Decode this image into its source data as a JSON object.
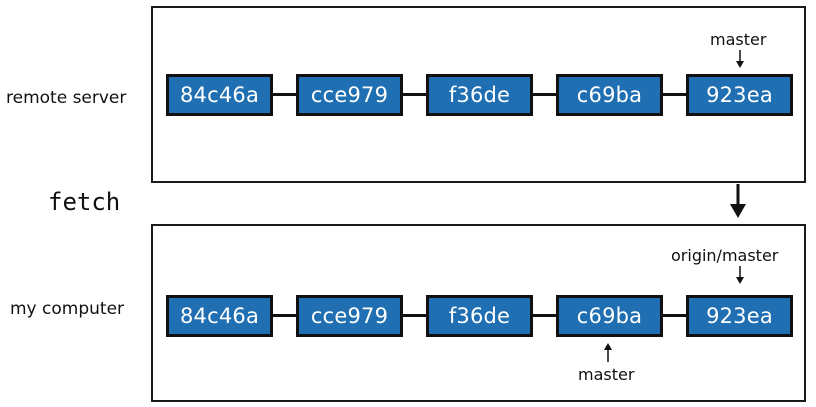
{
  "remote": {
    "label": "remote server",
    "commits": [
      "84c46a",
      "cce979",
      "f36de",
      "c69ba",
      "923ea"
    ],
    "ref_label": "master"
  },
  "operation": "fetch",
  "local": {
    "label": "my computer",
    "commits": [
      "84c46a",
      "cce979",
      "f36de",
      "c69ba",
      "923ea"
    ],
    "origin_ref_label": "origin/master",
    "local_ref_label": "master"
  },
  "colors": {
    "commit_fill": "#1f6fb2",
    "commit_border": "#111111",
    "commit_text": "#ffffff"
  }
}
